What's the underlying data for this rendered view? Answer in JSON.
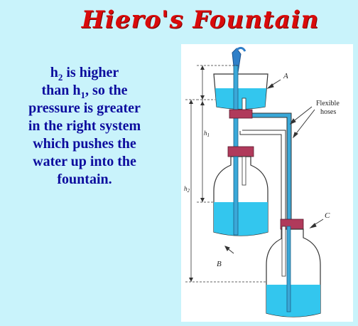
{
  "title": "Hiero's Fountain",
  "description": {
    "h2": "h",
    "h2_sub": "2",
    "line1_rest": " is higher",
    "line2_pre": "than h",
    "h1_sub": "1",
    "line2_rest": ", so the",
    "line3": "pressure is greater",
    "line4": "in the right system",
    "line5": "which pushes the",
    "line6": "water up into the",
    "line7": "fountain."
  },
  "diagram": {
    "label_a": "A",
    "label_b": "B",
    "label_c": "C",
    "label_flexible": "Flexible",
    "label_hoses": "hoses",
    "label_h1": "h",
    "label_h1_sub": "1",
    "label_h2": "h",
    "label_h2_sub": "2",
    "colors": {
      "water": "#33c6ee",
      "cap": "#b03a5b",
      "tube": "#3aa8d8",
      "background": "#c9f3fb",
      "title": "#d90b0b",
      "text": "#0d0d9e"
    }
  }
}
